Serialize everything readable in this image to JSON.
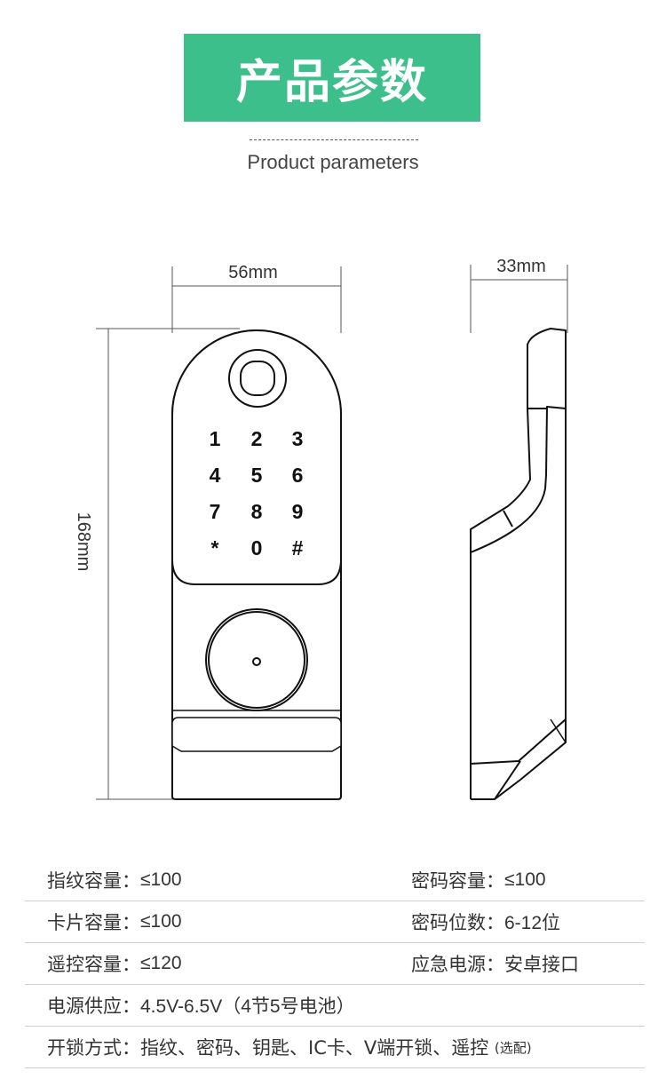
{
  "header": {
    "title": "产品参数",
    "subtitle": "Product parameters"
  },
  "diagram": {
    "width_label": "56mm",
    "depth_label": "33mm",
    "height_label": "168mm",
    "keypad": [
      "1",
      "2",
      "3",
      "4",
      "5",
      "6",
      "7",
      "8",
      "9",
      "*",
      "0",
      "#"
    ]
  },
  "specs": {
    "rows": [
      {
        "left_label": "指纹容量：",
        "left_value": "≤100",
        "right_label": "密码容量：",
        "right_value": "≤100"
      },
      {
        "left_label": "卡片容量：",
        "left_value": "≤100",
        "right_label": "密码位数：",
        "right_value": "6-12位"
      },
      {
        "left_label": "遥控容量：",
        "left_value": "≤120",
        "right_label": "应急电源：",
        "right_value": "安卓接口"
      },
      {
        "left_label": "电源供应：",
        "left_value": "4.5V-6.5V（4节5号电池）"
      },
      {
        "left_label": "开锁方式：",
        "left_value": "指纹、密码、钥匙、IC卡、V端开锁、遥控",
        "left_note": "(选配)"
      }
    ]
  },
  "colors": {
    "accent": "#3dbf8c"
  }
}
